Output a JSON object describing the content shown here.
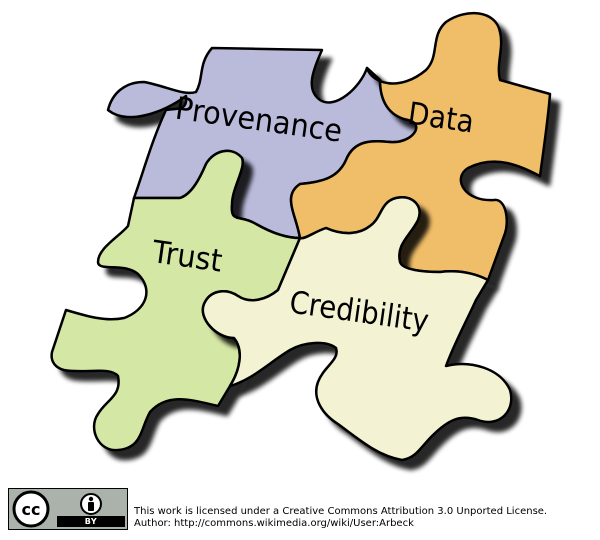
{
  "pieces": [
    {
      "label": "Provenance",
      "color": "#babadb"
    },
    {
      "label": "Data",
      "color": "#f0bd68"
    },
    {
      "label": "Trust",
      "color": "#d5e7a5"
    },
    {
      "label": "Credibility",
      "color": "#f3f3d4"
    }
  ],
  "badge": {
    "cc_mark": "cc",
    "by_strip": "BY",
    "icons": [
      "creative-commons-icon",
      "attribution-person-icon"
    ]
  },
  "license": {
    "line1": "This work is licensed under a Creative Commons Attribution 3.0 Unported License.",
    "line2": "Author: http://commons.wikimedia.org/wiki/User:Arbeck"
  }
}
